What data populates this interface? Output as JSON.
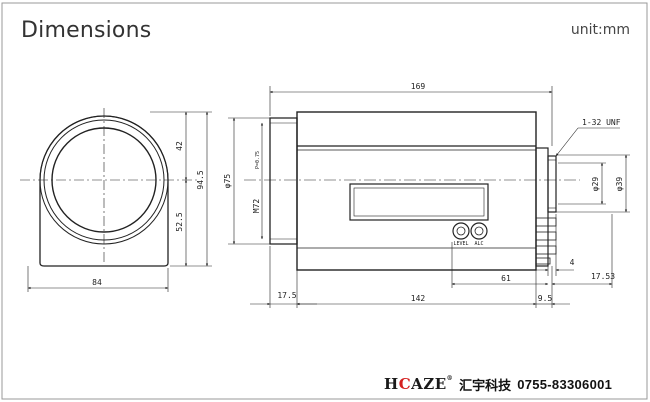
{
  "header": {
    "title": "Dimensions",
    "unit": "unit:mm"
  },
  "front_view": {
    "dims": {
      "d42": "42",
      "d52_5": "52.5",
      "d94_5": "94.5",
      "d84": "84"
    }
  },
  "side_view": {
    "dims": {
      "d169": "169",
      "d75": "φ75",
      "dM72": "M72",
      "dP": "P=0.75",
      "d29": "φ29",
      "d39": "φ39",
      "d61": "61",
      "d4": "4",
      "d17_53": "17.53",
      "d17_5": "17.5",
      "d142": "142",
      "d9_5": "9.5",
      "thread": "1-32 UNF"
    },
    "knob_labels": [
      "LEVEL",
      "ALC"
    ]
  },
  "footer": {
    "logo_pre": "H",
    "logo_dot": "C",
    "logo_post": "AZE",
    "logo_mark": "®",
    "company": "汇宇科技",
    "phone": "0755-83306001"
  }
}
